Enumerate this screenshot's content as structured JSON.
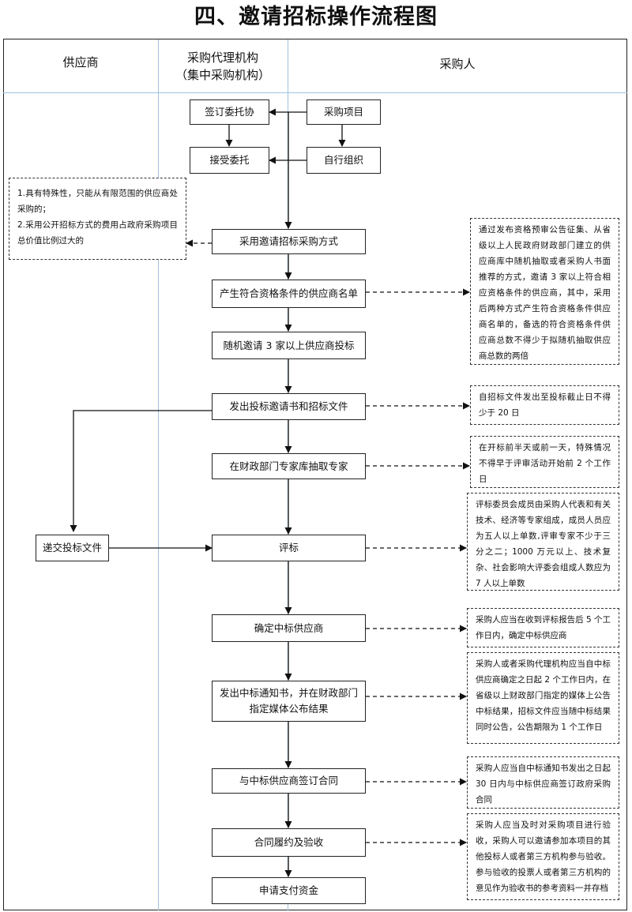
{
  "title": "四、邀请招标操作流程图",
  "lanes": {
    "supplier": "供应商",
    "agency_line1": "采购代理机构",
    "agency_line2": "（集中采购机构）",
    "purchaser": "采购人"
  },
  "steps": {
    "sign": "签订委托协",
    "project": "采购项目",
    "accept": "接受委托",
    "self": "自行组织",
    "method": "采用邀请招标采购方式",
    "list": "产生符合资格条件的供应商名单",
    "invite": "随机邀请 3 家以上供应商投标",
    "issue": "发出投标邀请书和招标文件",
    "experts": "在财政部门专家库抽取专家",
    "submit": "递交投标文件",
    "evaluate": "评标",
    "winner": "确定中标供应商",
    "notice_line1": "发出中标通知书，并在财政部门",
    "notice_line2": "指定媒体公布结果",
    "contract": "与中标供应商签订合同",
    "perform": "合同履约及验收",
    "pay": "申请支付资金"
  },
  "notes": {
    "left": "1.具有特殊性，只能从有限范围的供应商处采购的；\n2.采用公开招标方式的费用占政府采购项目总价值比例过大的",
    "list": "通过发布资格预审公告征集、从省级以上人民政府财政部门建立的供应商库中随机抽取或者采购人书面推荐的方式，邀请 3 家以上符合相应资格条件的供应商，其中，采用后两种方式产生符合资格条件供应商名单的，备选的符合资格条件供应商总数不得少于拟随机抽取供应商总数的两倍",
    "issue": "自招标文件发出至投标截止日不得少于 20 日",
    "experts": "在开标前半天或前一天，特殊情况不得早于评审活动开始前 2 个工作日",
    "evaluate": "评标委员会成员由采购人代表和有关技术、经济等专家组成，成员人员应为五人以上单数,评审专家不少于三分之二；1000 万元以上、技术复杂、社会影响大评委会组成人数应为 7 人以上单数",
    "winner": "采购人应当在收到评标报告后 5 个工作日内，确定中标供应商",
    "notice": "采购人或者采购代理机构应当自中标供应商确定之日起 2 个工作日内，在省级以上财政部门指定的媒体上公告中标结果，招标文件应当随中标结果同时公告，公告期限为 1 个工作日",
    "contract": "采购人应当自中标通知书发出之日起 30 日内与中标供应商签订政府采购合同",
    "perform": "采购人应当及时对采购项目进行验收，采购人可以邀请参加本项目的其他投标人或者第三方机构参与验收。参与验收的投票人或者第三方机构的意见作为验收书的参考资料一并存档"
  }
}
